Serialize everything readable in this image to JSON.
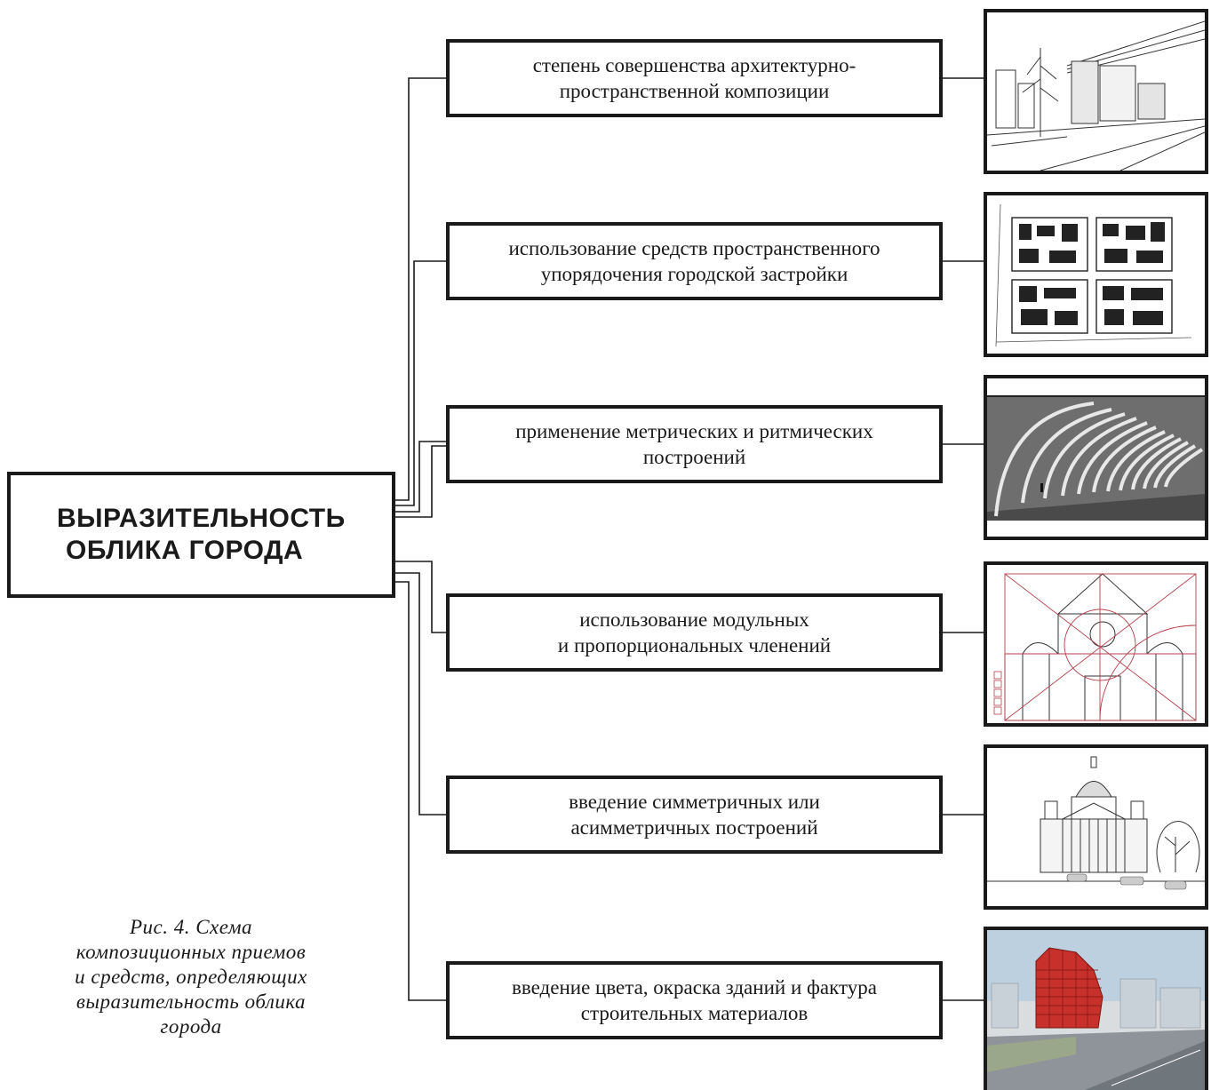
{
  "root": {
    "line1": "ВЫРАЗИТЕЛЬНОСТЬ",
    "line2": "ОБЛИКА ГОРОДА"
  },
  "items": [
    {
      "line1": "степень совершенства архитектурно-",
      "line2": "пространственной композиции",
      "image": "perspective-street-sketch"
    },
    {
      "line1": "использование средств пространственного",
      "line2": "упорядочения городской застройки",
      "image": "city-block-plan"
    },
    {
      "line1": "применение метрических и ритмических",
      "line2": "построений",
      "image": "rhythmic-arches-photo"
    },
    {
      "line1": "использование модульных",
      "line2": "и пропорциональных членений",
      "image": "facade-proportion-drawing"
    },
    {
      "line1": "введение симметричных или",
      "line2": "асимметричных построений",
      "image": "cathedral-sketch"
    },
    {
      "line1": "введение цвета, окраска зданий и фактура",
      "line2": "строительных материалов",
      "image": "red-building-render"
    }
  ],
  "caption": {
    "line1": "Рис. 4. Схема",
    "line2": "композиционных приемов",
    "line3": "и средств, определяющих",
    "line4": "выразительность облика",
    "line5": "города"
  },
  "colors": {
    "stroke": "#1a1a1a",
    "background": "#ffffff",
    "accent_red": "#c8312b",
    "sky_blue": "#bcd0e0"
  }
}
